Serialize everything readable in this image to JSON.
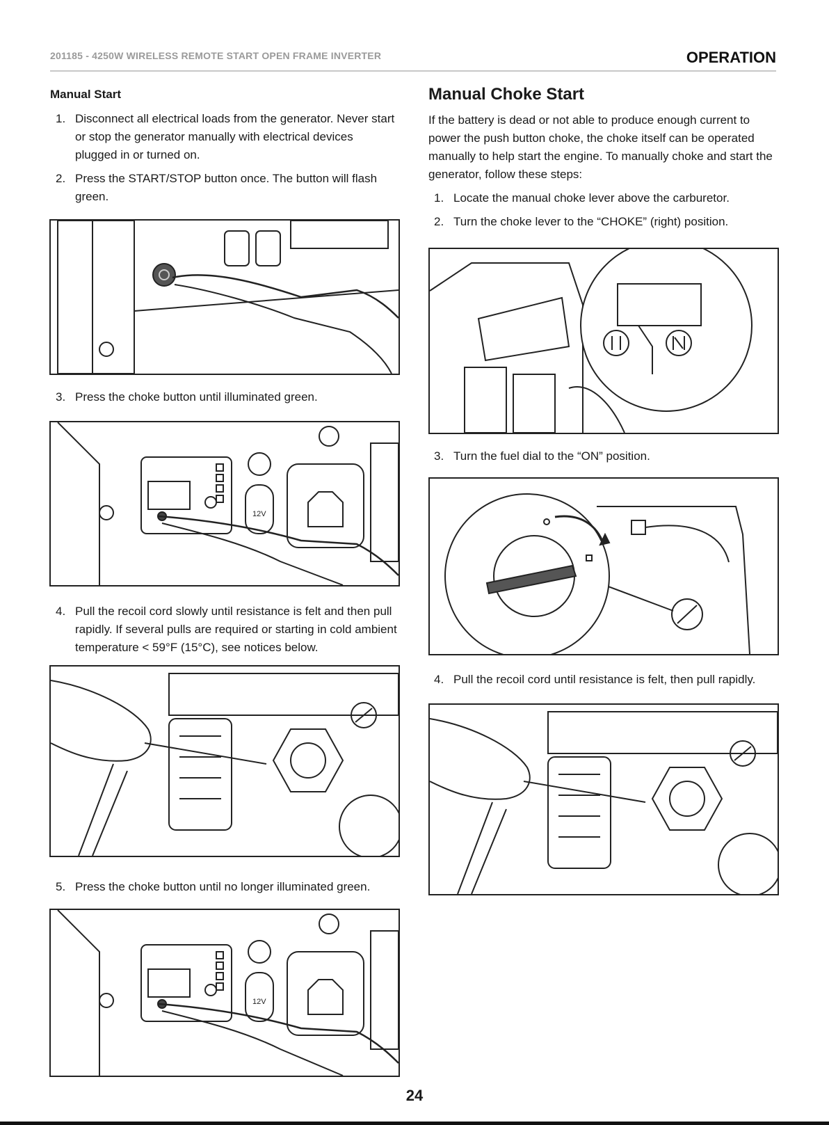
{
  "header": {
    "title": "201185 - 4250W WIRELESS REMOTE START OPEN FRAME INVERTER",
    "section": "OPERATION"
  },
  "manual_start": {
    "heading": "Manual Start",
    "steps": [
      {
        "num": "1.",
        "text": "Disconnect all electrical loads from the generator. Never start or stop the generator manually with electrical devices plugged in or turned on."
      },
      {
        "num": "2.",
        "text": "Press the START/STOP button once. The button will flash green."
      },
      {
        "num": "3.",
        "text": "Press the choke button until illuminated green."
      },
      {
        "num": "4.",
        "text": "Pull the recoil cord slowly until resistance is felt and then pull rapidly. If several pulls are required or starting in cold ambient temperature < 59°F (15°C), see notices below."
      },
      {
        "num": "5.",
        "text": "Press the choke button until no longer illuminated green."
      }
    ]
  },
  "manual_choke_start": {
    "heading": "Manual Choke Start",
    "intro": "If the battery is dead or not able to produce enough current to power the push button choke, the choke itself can be operated manually to help start the engine. To manually choke and start the generator, follow these steps:",
    "steps": [
      {
        "num": "1.",
        "text": "Locate the manual choke lever above the carburetor."
      },
      {
        "num": "2.",
        "text": "Turn the choke lever to the “CHOKE” (right) position."
      },
      {
        "num": "3.",
        "text": "Turn the fuel dial to the “ON” position."
      },
      {
        "num": "4.",
        "text": "Pull the recoil cord until resistance is felt, then pull rapidly."
      }
    ]
  },
  "figure_labels": {
    "outlet_12v": "12V"
  },
  "page_number": "24"
}
